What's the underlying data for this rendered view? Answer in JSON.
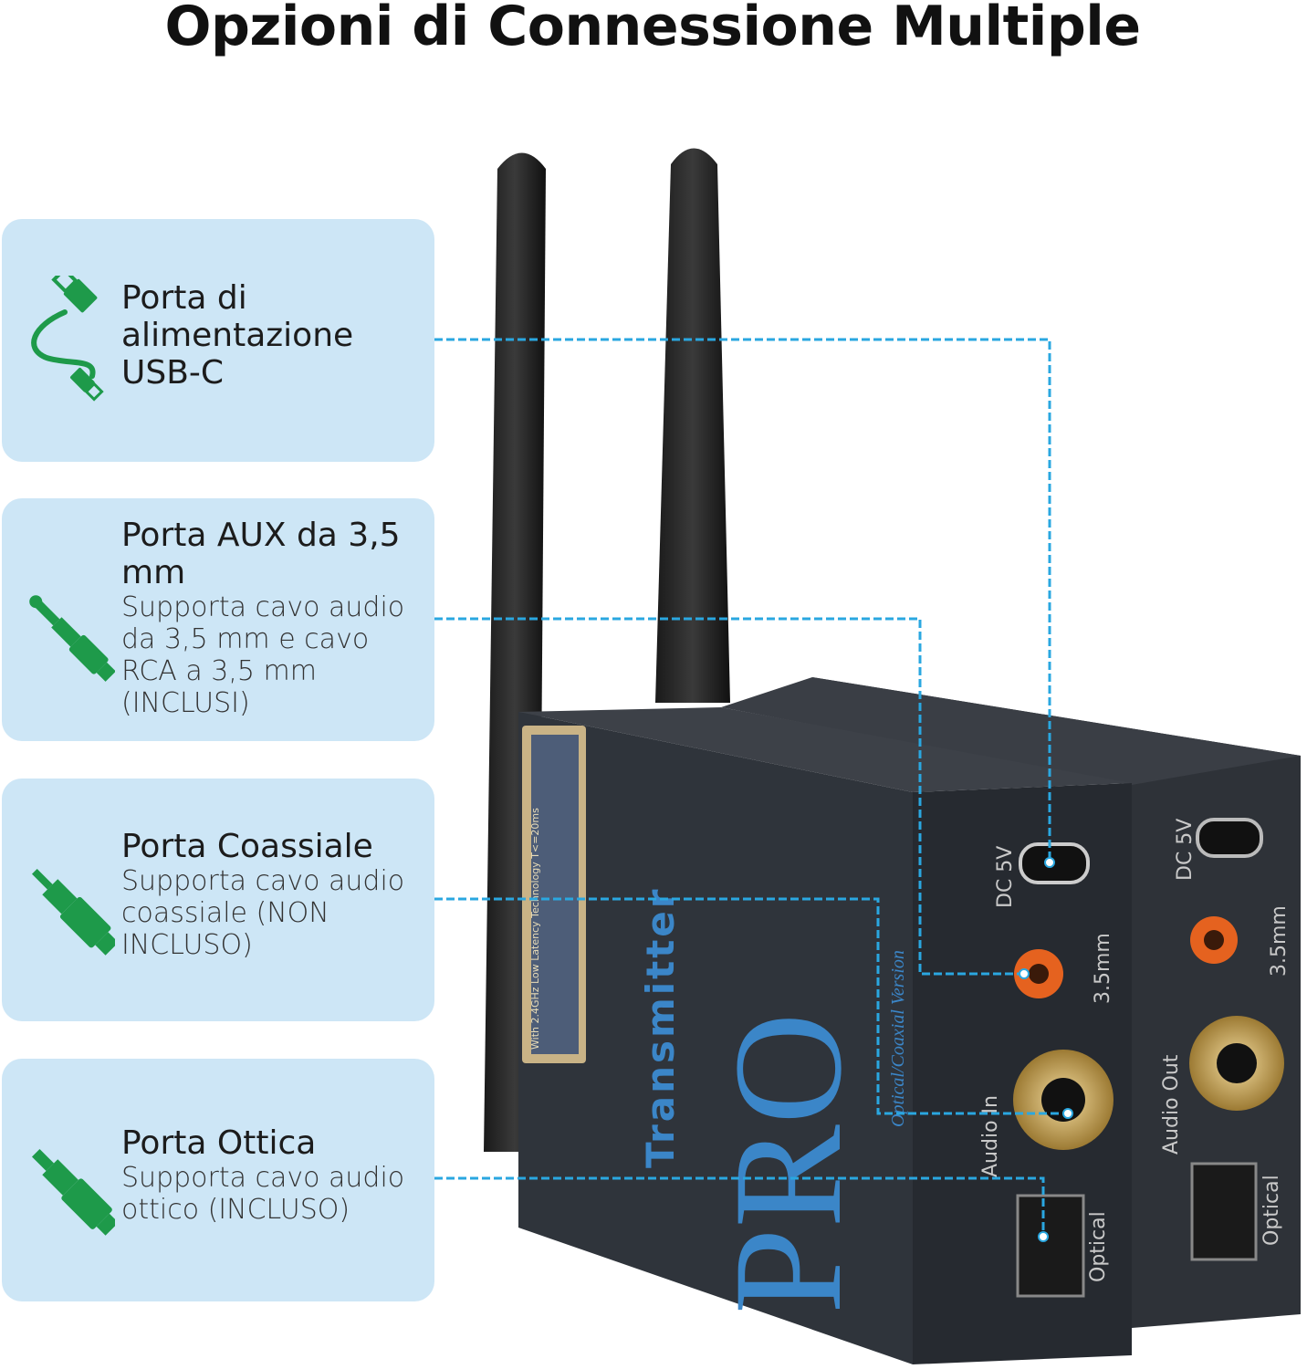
{
  "title": "Opzioni di Connessione Multiple",
  "colors": {
    "card_bg": "#cde6f6",
    "icon_green": "#1e9a4a",
    "line_blue": "#2aa7e0",
    "device": "#2c3036",
    "product_blue": "#3b86c8"
  },
  "features": [
    {
      "icon": "usb-cable-icon",
      "title": "Porta di alimentazione USB-C",
      "subtitle": ""
    },
    {
      "icon": "aux-jack-icon",
      "title": "Porta AUX da 3,5 mm",
      "subtitle": "Supporta cavo audio da 3,5 mm e cavo RCA a 3,5 mm (INCLUSI)"
    },
    {
      "icon": "rca-plug-icon",
      "title": "Porta Coassiale",
      "subtitle": "Supporta cavo audio coassiale (NON INCLUSO)"
    },
    {
      "icon": "optical-plug-icon",
      "title": "Porta Ottica",
      "subtitle": "Supporta cavo audio ottico (INCLUSO)"
    }
  ],
  "product": {
    "brand": "PRO",
    "model": "Transmitter",
    "version": "Optical/Coaxial Version",
    "label": "With 2.4GHz Low Latency Technology T<=20ms",
    "ports": {
      "dc": "DC 5V",
      "aux": "3.5mm",
      "optical": "Optical",
      "audio_in": "Audio In",
      "audio_out": "Audio Out"
    }
  }
}
